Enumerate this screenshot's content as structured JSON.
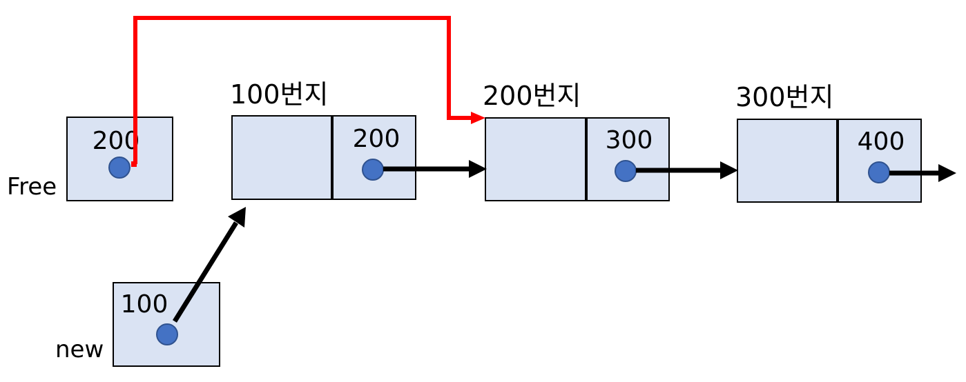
{
  "colors": {
    "box_fill": "#dae3f3",
    "box_border": "#000000",
    "dot_fill": "#4472c4",
    "dot_border": "#2f528f",
    "arrow_black": "#000000",
    "arrow_red": "#ff0000"
  },
  "pointers": {
    "free": {
      "name": "Free",
      "value": "200"
    },
    "new": {
      "name": "new",
      "value": "100"
    }
  },
  "nodes": [
    {
      "address_label": "100번지",
      "link_value": "200"
    },
    {
      "address_label": "200번지",
      "link_value": "300"
    },
    {
      "address_label": "300번지",
      "link_value": "400"
    }
  ]
}
